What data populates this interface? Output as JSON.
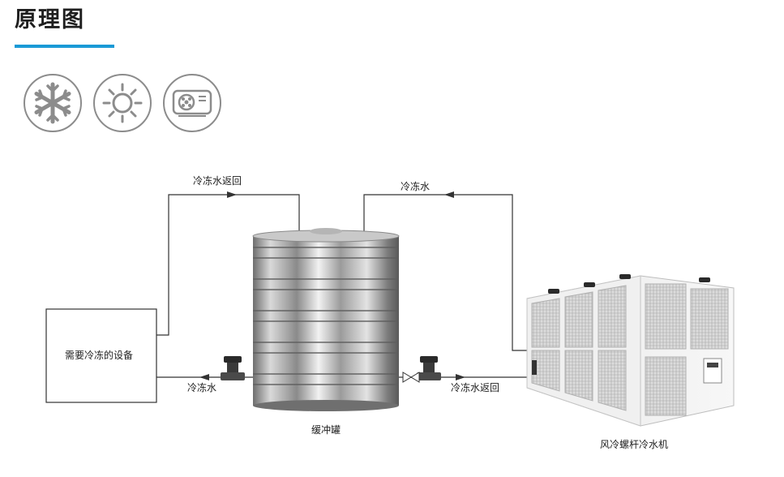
{
  "header": {
    "title": "原理图",
    "accent_color": "#1a9ad6"
  },
  "mode_icons": [
    {
      "icon": "snowflake-icon"
    },
    {
      "icon": "sun-icon"
    },
    {
      "icon": "air-conditioner-unit-icon"
    }
  ],
  "diagram": {
    "labels": {
      "frozen_water_return_top": "冷冻水返回",
      "frozen_water_top": "冷冻水",
      "frozen_water_bottom": "冷冻水",
      "frozen_water_return_bottom": "冷冻水返回",
      "equipment": "需要冷冻的设备",
      "buffer_tank": "缓冲罐",
      "chiller": "风冷螺杆冷水机"
    }
  }
}
